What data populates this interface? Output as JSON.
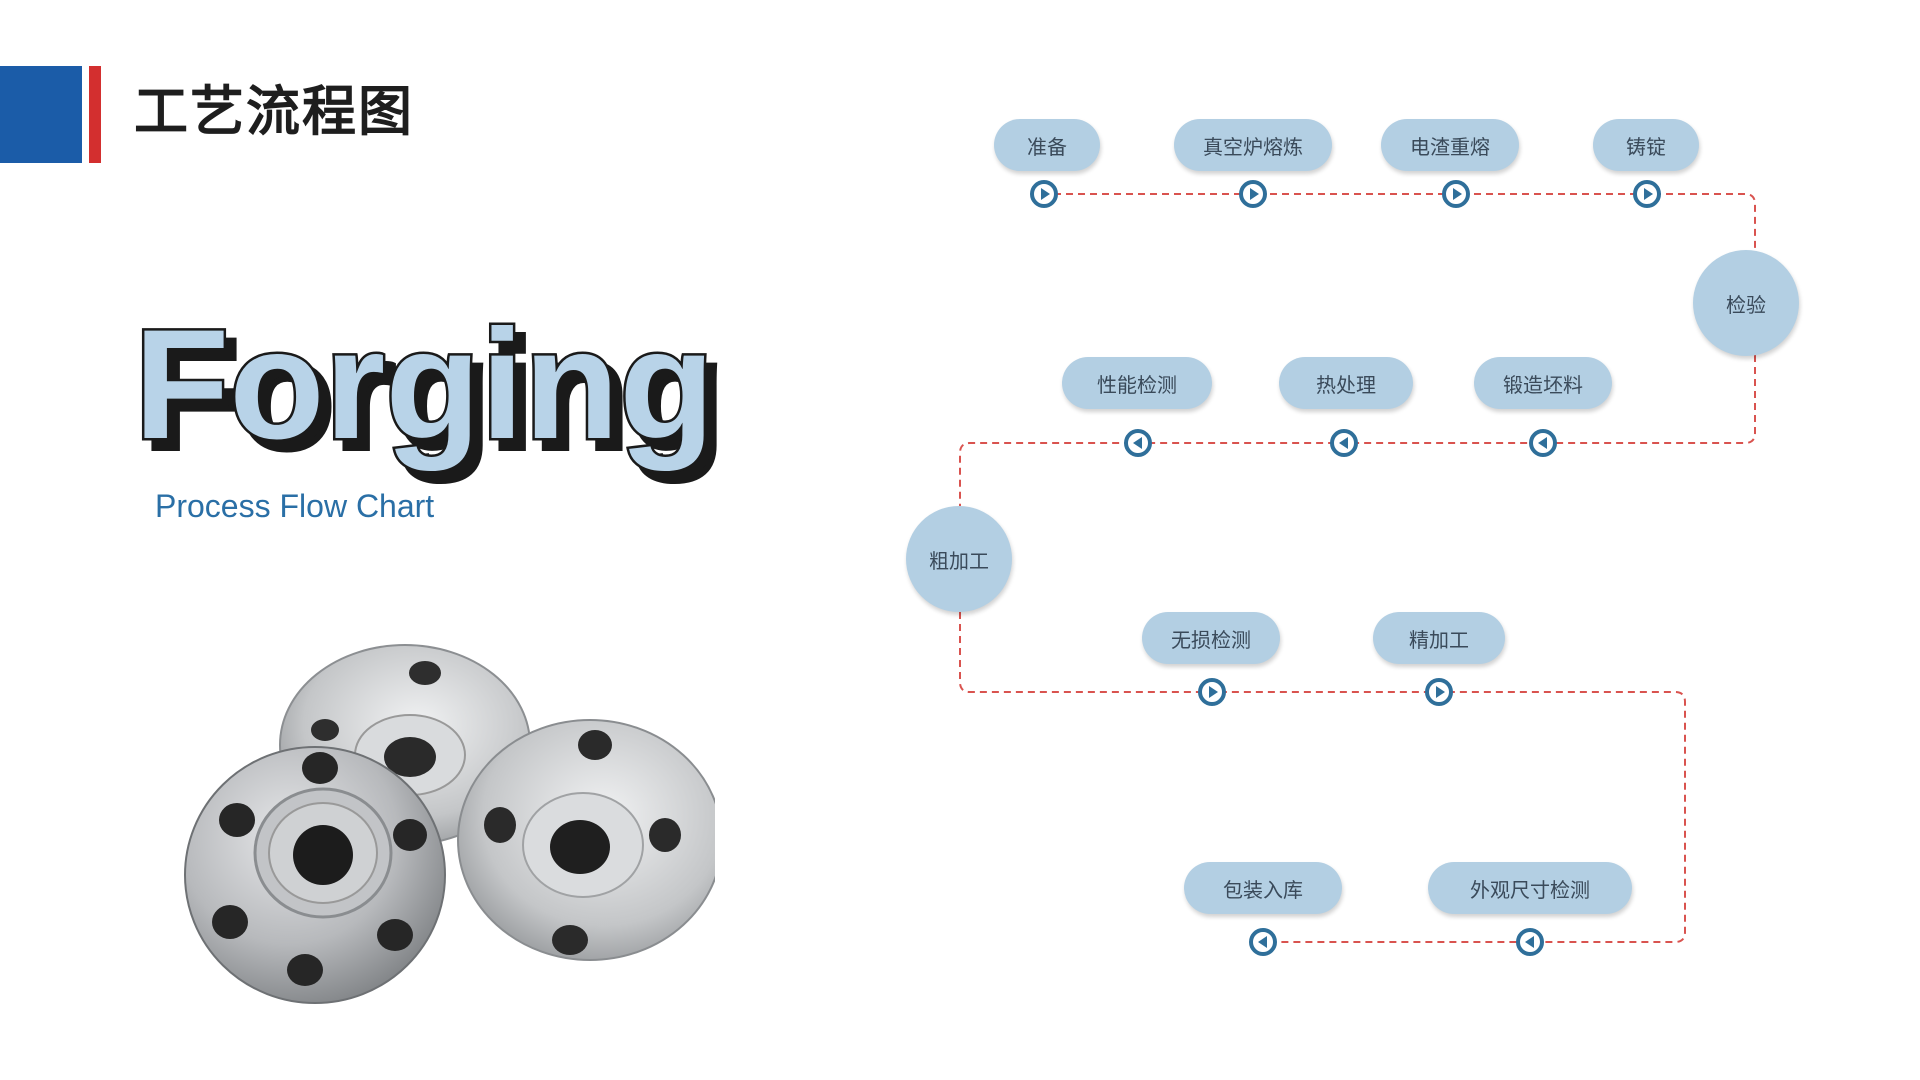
{
  "header": {
    "title": "工艺流程图"
  },
  "hero": {
    "word": "Forging",
    "subtitle": "Process Flow Chart"
  },
  "colors": {
    "accent_blue": "#1b5ca8",
    "accent_red": "#d32f2f",
    "node_fill": "#b3cfe3",
    "connector": "#d9534f",
    "arrow": "#2f6f9a"
  },
  "flow": {
    "steps": [
      {
        "label": "准备"
      },
      {
        "label": "真空炉熔炼"
      },
      {
        "label": "电渣重熔"
      },
      {
        "label": "铸锭"
      },
      {
        "label": "检验"
      },
      {
        "label": "锻造坯料"
      },
      {
        "label": "热处理"
      },
      {
        "label": "性能检测"
      },
      {
        "label": "粗加工"
      },
      {
        "label": "无损检测"
      },
      {
        "label": "精加工"
      },
      {
        "label": "外观尺寸检测"
      },
      {
        "label": "包装入库"
      }
    ]
  },
  "image": {
    "subject": "forged flanges photo"
  }
}
